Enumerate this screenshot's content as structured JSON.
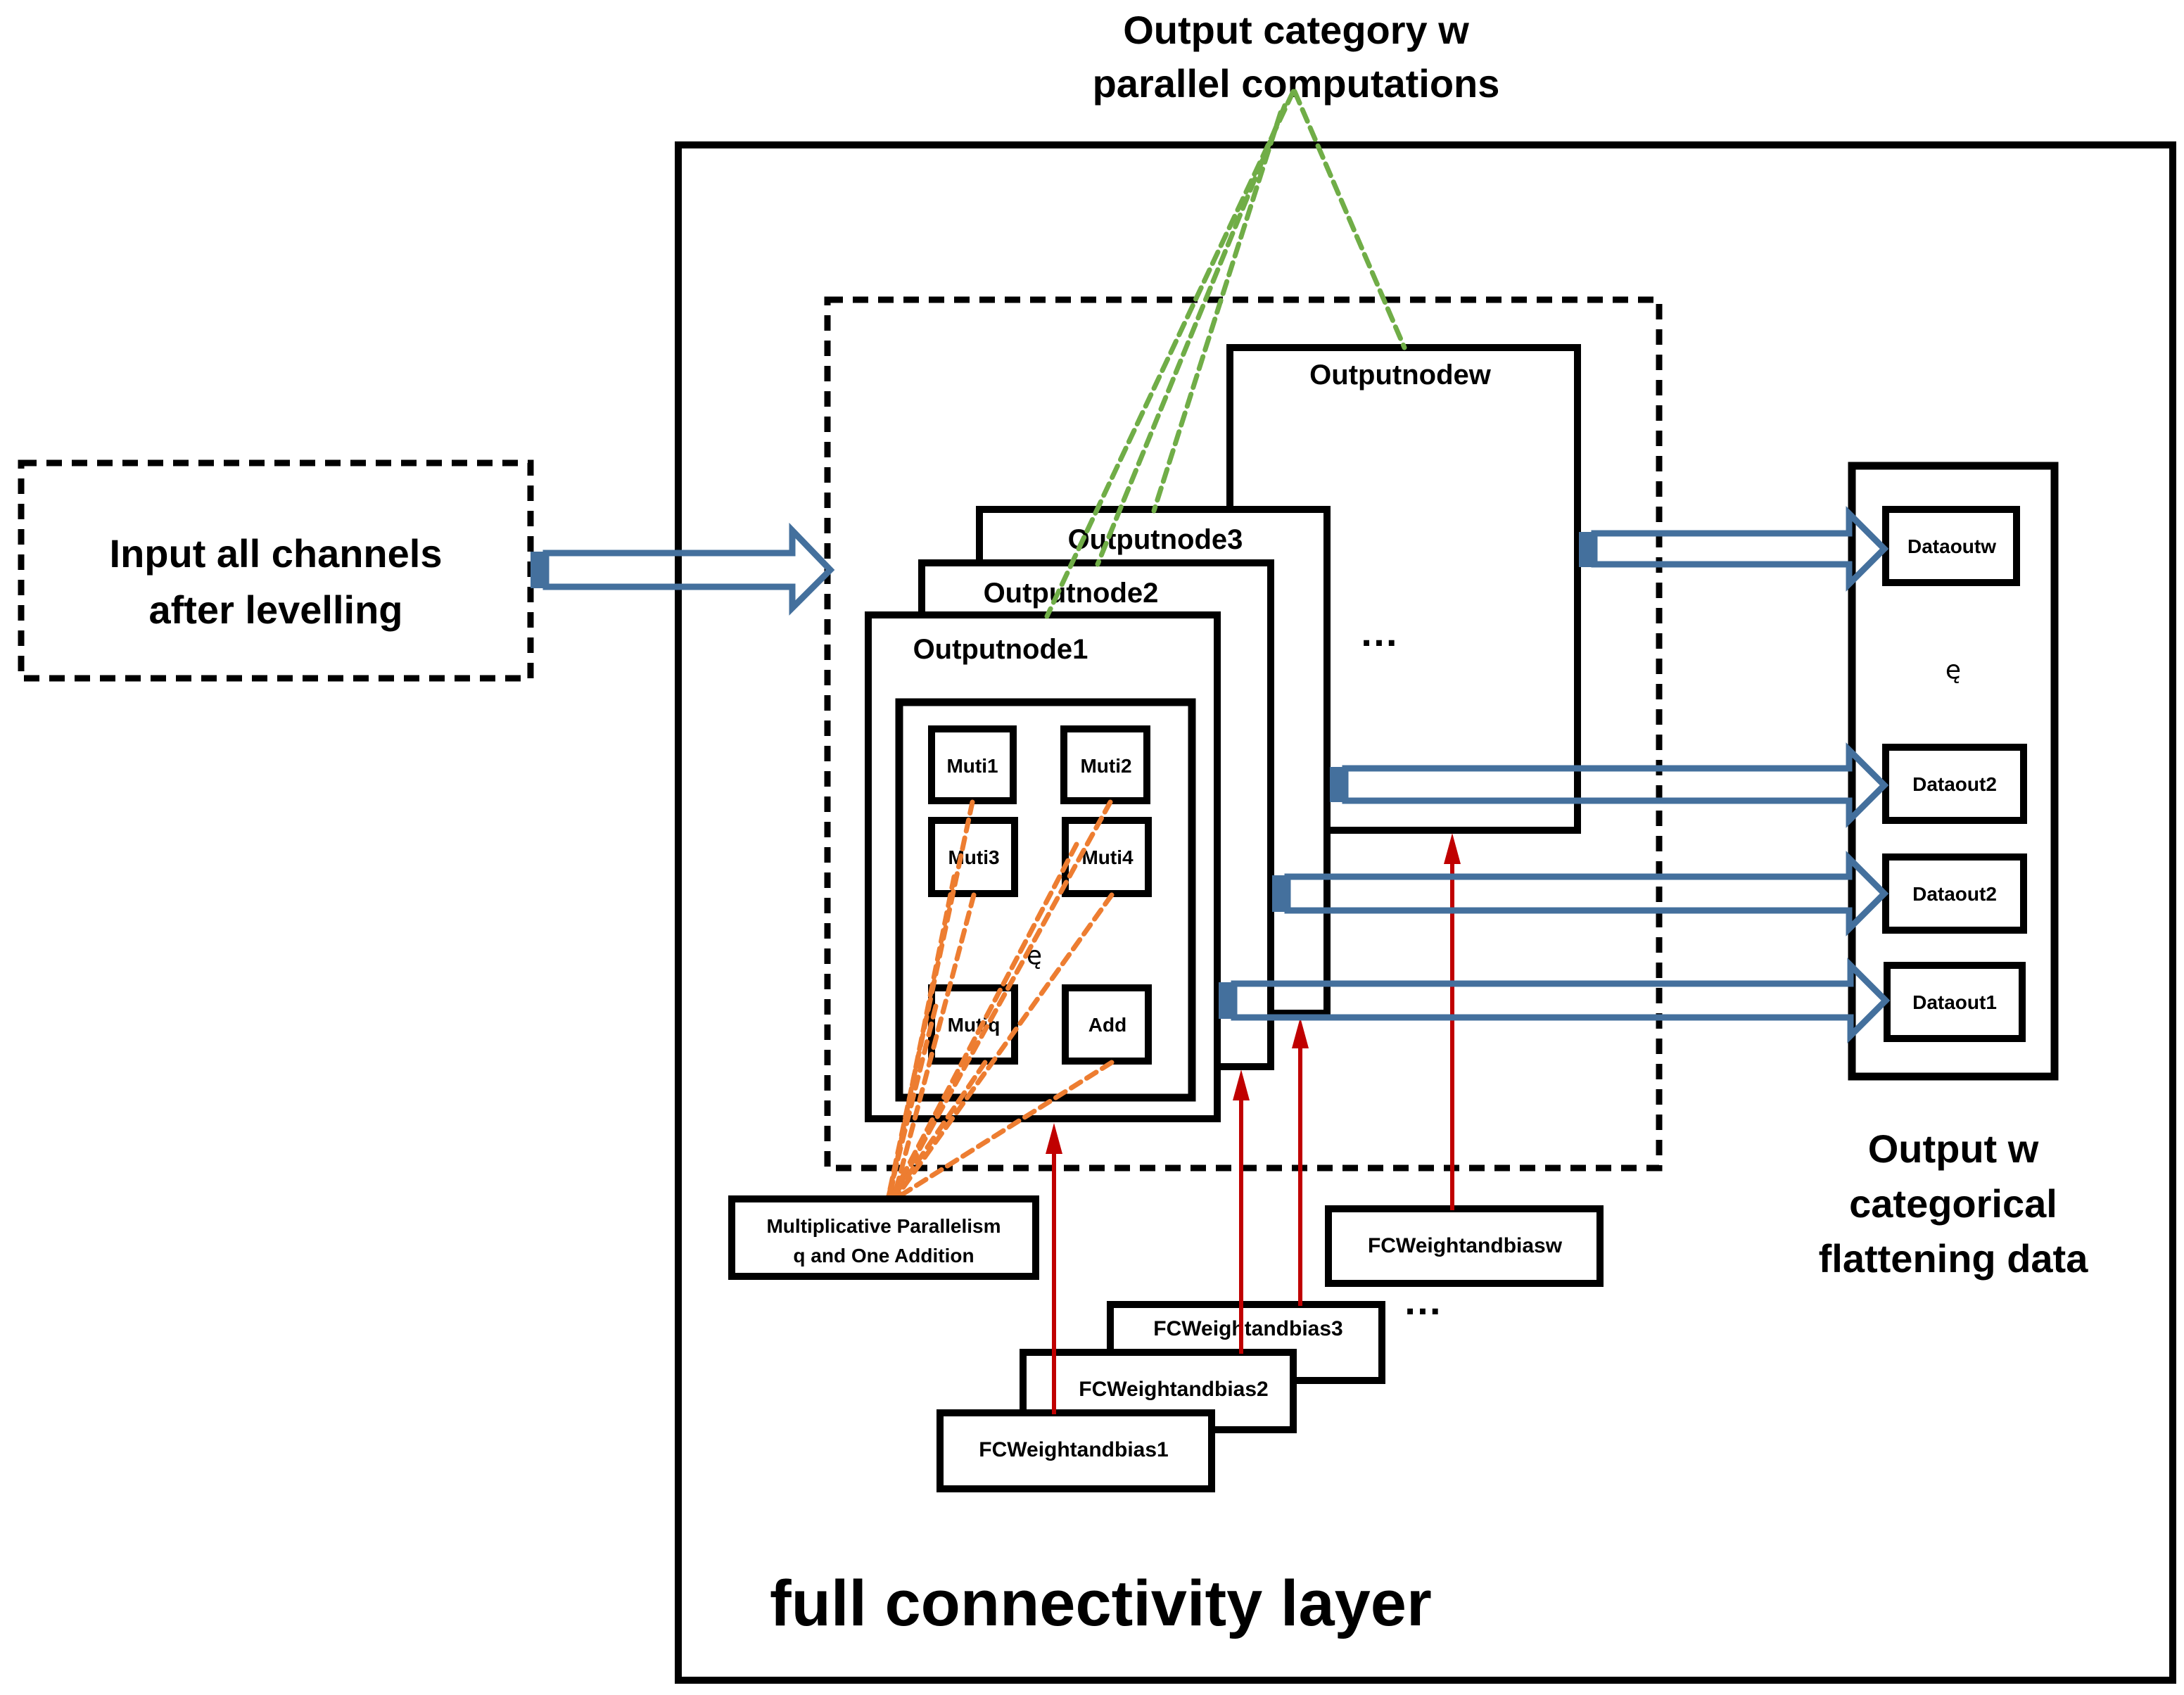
{
  "diagram": {
    "title_top": [
      "Output category w",
      "parallel computations"
    ],
    "layer_label": "full connectivity layer",
    "input": {
      "lines": [
        "Input all channels",
        "after levelling"
      ]
    },
    "output_nodes": [
      {
        "label": "Outputnode1"
      },
      {
        "label": "Outputnode2"
      },
      {
        "label": "Outputnode3"
      },
      {
        "label": "Outputnodew"
      }
    ],
    "ellipsis_nodes": "…",
    "inner_units": [
      {
        "label": "Muti1"
      },
      {
        "label": "Muti2"
      },
      {
        "label": "Muti3"
      },
      {
        "label": "Muti4"
      },
      {
        "label": "Mutiq"
      },
      {
        "label": "Add"
      }
    ],
    "inner_ellipsis": "ę",
    "mult_box": {
      "lines": [
        "Multiplicative Parallelism",
        "q and One Addition"
      ]
    },
    "weights": [
      {
        "label": "FCWeightandbias1"
      },
      {
        "label": "FCWeightandbias2"
      },
      {
        "label": "FCWeightandbias3"
      },
      {
        "label": "FCWeightandbiasw"
      }
    ],
    "weights_ellipsis": "…",
    "data_outs": [
      {
        "label": "Dataoutw"
      },
      {
        "label": "Dataout2"
      },
      {
        "label": "Dataout2"
      },
      {
        "label": "Dataout1"
      }
    ],
    "dataout_ellipsis": "ę",
    "output_caption": [
      "Output w",
      "categorical",
      "flattening data"
    ],
    "colors": {
      "arrow_blue": "#44709d",
      "weight_red": "#c00000",
      "green_dash": "#70ad47",
      "orange_dash": "#ed7d31",
      "stroke": "#000000"
    }
  }
}
